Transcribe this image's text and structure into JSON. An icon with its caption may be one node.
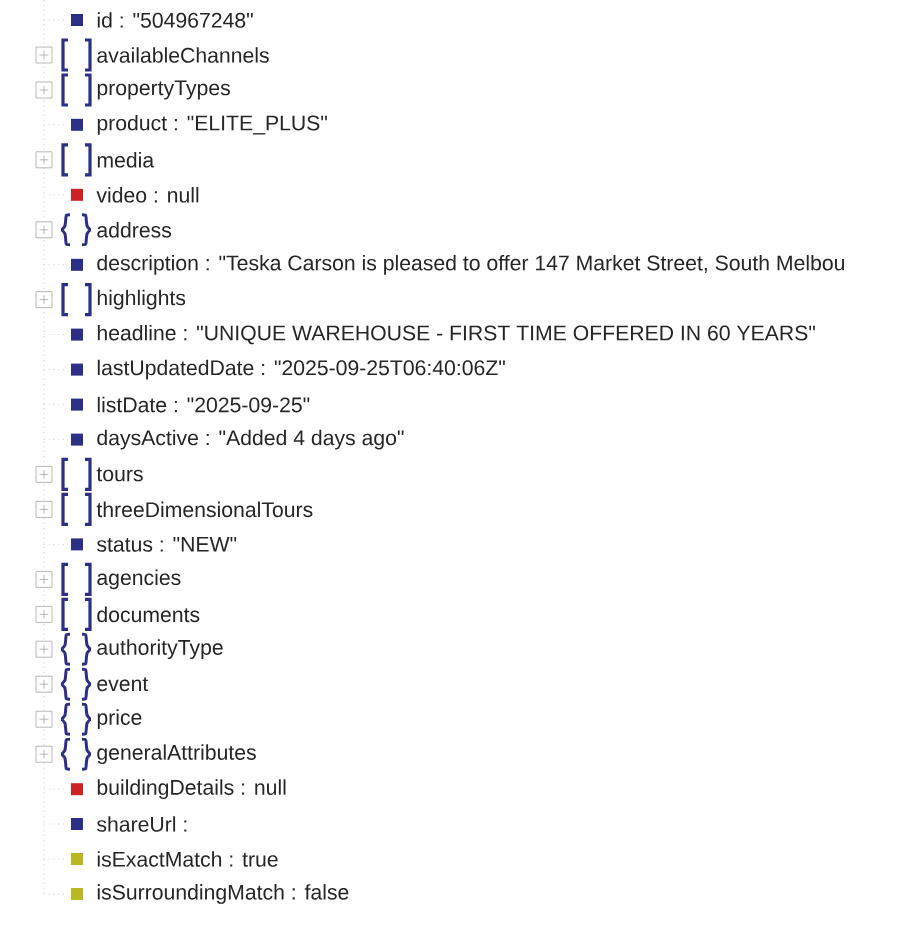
{
  "diagram": {
    "labels": [
      "id : \"504967248\"",
      "availableChannels",
      "propertyTypes",
      "product : \"ELITE_PLUS\"",
      "media",
      "video : null",
      "address",
      "description : \"Teska Carson is pleased to offer 147 Market Street, South Melbou",
      "highlights",
      "headline : \"UNIQUE WAREHOUSE - FIRST TIME OFFERED IN 60 YEARS\"",
      "lastUpdatedDate : \"2025-09-25T06:40:06Z\"",
      "listDate : \"2025-09-25\"",
      "daysActive : \"Added 4 days ago\"",
      "tours",
      "threeDimensionalTours",
      "status : \"NEW\"",
      "agencies",
      "documents",
      "authorityType",
      "event",
      "price",
      "generalAttributes",
      "buildingDetails : null",
      "shareUrl :",
      "isExactMatch : true",
      "isSurroundingMatch : false"
    ]
  }
}
